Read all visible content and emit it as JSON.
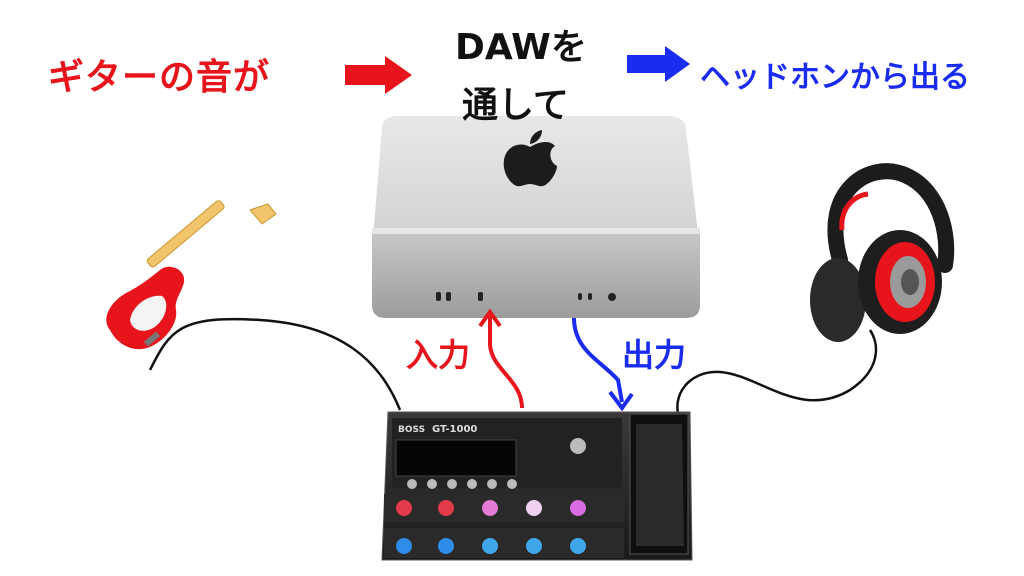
{
  "texts": {
    "guitar_sound": "ギターの音が",
    "daw_line1": "DAWを",
    "daw_line2": "通して",
    "headphone_out": "ヘッドホンから出る",
    "input": "入力",
    "output": "出力",
    "pedal_brand": "BOSS",
    "pedal_model": "GT-1000"
  },
  "colors": {
    "red": "#e8141b",
    "blue": "#1a2cf0",
    "black": "#111111"
  },
  "icons": [
    "apple-logo-icon",
    "guitar-icon",
    "headphones-icon",
    "computer-icon",
    "effects-pedal-icon"
  ]
}
